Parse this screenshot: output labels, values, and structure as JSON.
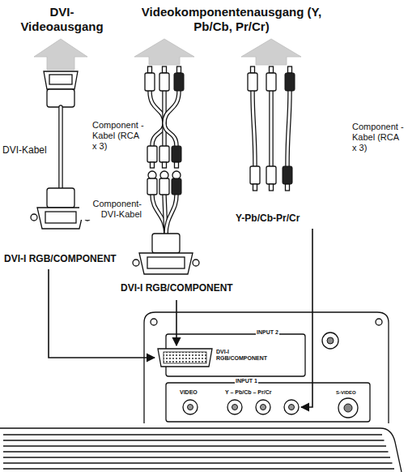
{
  "diagram": {
    "labels": [
      "DVI- Videoausgang",
      "Videokomponentenausgang (Y, Pb/Cb, Pr/Cr)",
      "DVI-Kabel",
      "Component -Kabel (RCA x 3)",
      "Component -Kabel (RCA x 3)",
      "Component- DVI-Kabel",
      "DVI-I RGB/COMPONENT",
      "Y-Pb/Cb-Pr/Cr",
      "DVI-I RGB/COMPONENT",
      "INPUT 2",
      "DVI-I RGB/COMPONENT",
      "INPUT 1",
      "VIDEO",
      "Y – Pb/Cb – Pr/Cr",
      "S-VIDEO"
    ]
  }
}
